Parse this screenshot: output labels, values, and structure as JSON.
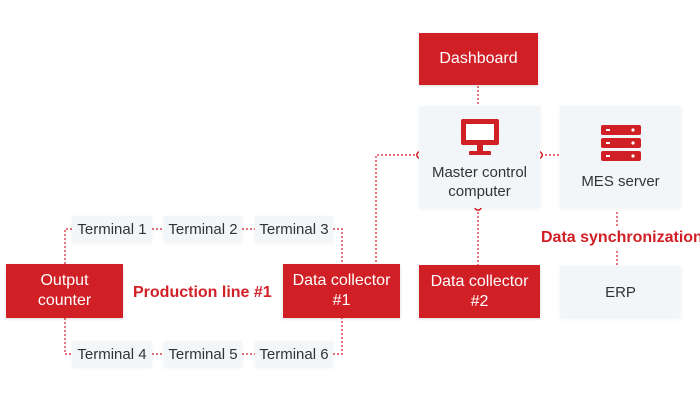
{
  "nodes": {
    "dashboard": "Dashboard",
    "master": [
      "Master control",
      "computer"
    ],
    "mes": "MES server",
    "data_sync": "Data synchronization",
    "erp": "ERP",
    "dc2": [
      "Data collector",
      "#2"
    ],
    "dc1": [
      "Data collector",
      "#1"
    ],
    "output": [
      "Output",
      "counter"
    ],
    "line": "Production line #1",
    "terminals_top": [
      "Terminal 1",
      "Terminal 2",
      "Terminal 3"
    ],
    "terminals_bottom": [
      "Terminal 4",
      "Terminal 5",
      "Terminal 6"
    ]
  },
  "colors": {
    "accent": "#d11f26",
    "pale": "#f3f6f9",
    "text": "#333333"
  },
  "icons": {
    "master": "monitor-icon",
    "mes": "server-icon"
  }
}
